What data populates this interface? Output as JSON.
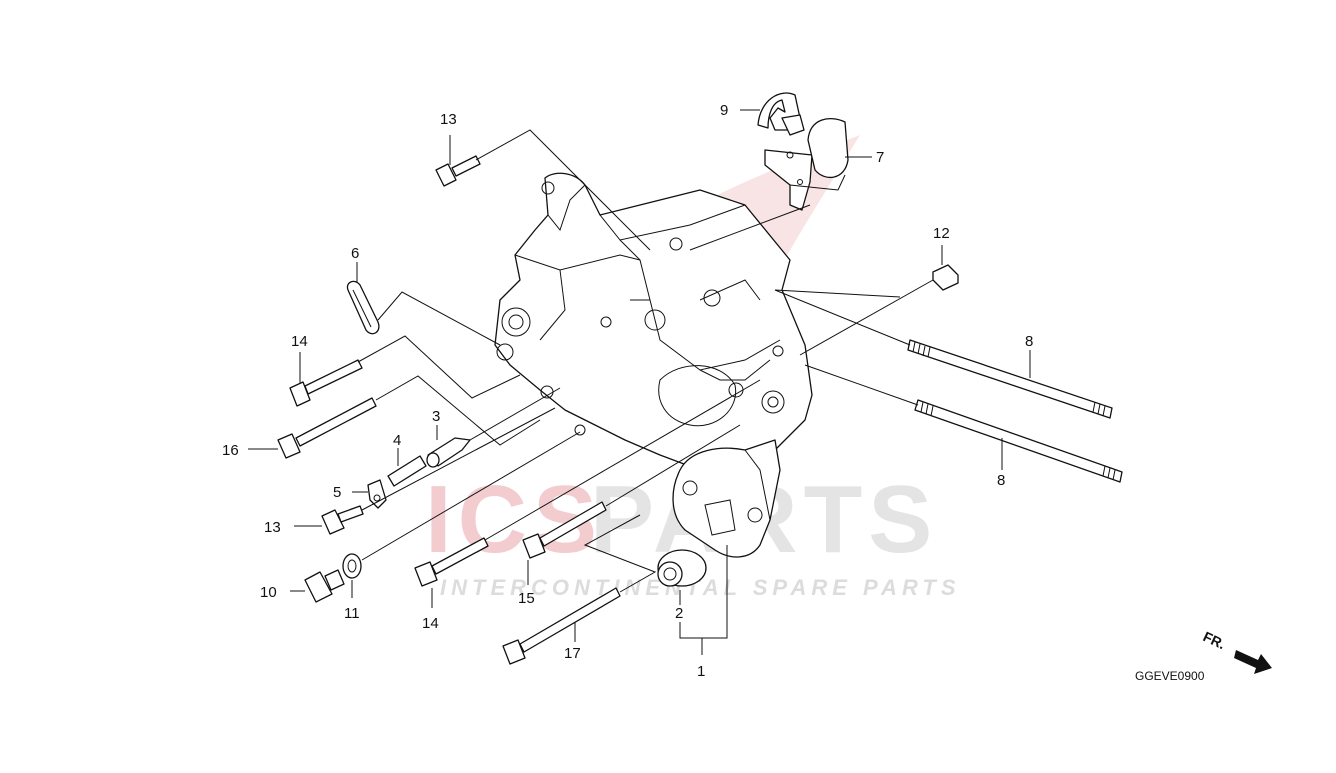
{
  "diagram": {
    "code": "GGEVE0900",
    "front_label": "FR.",
    "callouts": {
      "c1": "1",
      "c2": "2",
      "c3": "3",
      "c4": "4",
      "c5": "5",
      "c6": "6",
      "c7": "7",
      "c8a": "8",
      "c8b": "8",
      "c9": "9",
      "c10": "10",
      "c11": "11",
      "c12": "12",
      "c13a": "13",
      "c13b": "13",
      "c14a": "14",
      "c14b": "14",
      "c15": "15",
      "c16": "16",
      "c17": "17"
    }
  },
  "watermark": {
    "brand_a": "ICS",
    "brand_b": "PARTS",
    "tagline": "INTERCONTINENTAL SPARE PARTS",
    "color_red": "#e8a0a6",
    "color_grey": "#d4d4d4"
  }
}
